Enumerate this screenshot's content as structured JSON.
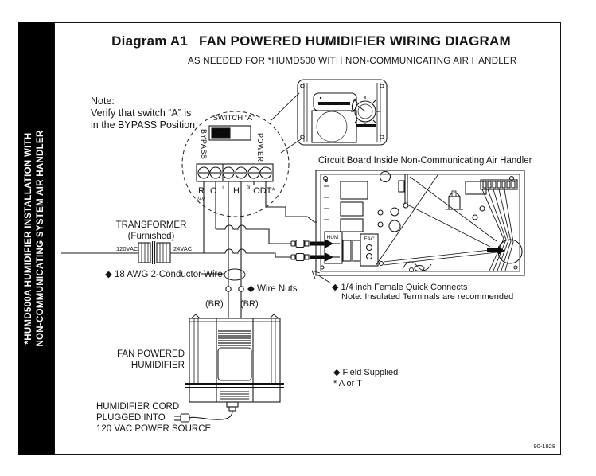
{
  "colors": {
    "ink": "#151515",
    "paper": "#ffffff"
  },
  "sidebar": {
    "line1": "*HUMD500A HUMIDIFIER INSTALLATION WITH",
    "line2": "NON-COMMUNICATING SYSTEM AIR HANDLER"
  },
  "header": {
    "diagram_label": "Diagram A1",
    "title": "FAN POWERED HUMIDIFIER WIRING DIAGRAM",
    "subtitle": "AS NEEDED FOR *HUMD500 WITH NON-COMMUNICATING AIR HANDLER"
  },
  "note": {
    "line1": "Note:",
    "line2": "Verify that switch “A” is",
    "line3": "in the BYPASS Position"
  },
  "switch_detail": {
    "title": "SWITCH “A”",
    "left_label": "BYPASS",
    "right_label": "POWER",
    "terminals": [
      "R",
      "C",
      "L",
      "H",
      "JL",
      "ODT*"
    ],
    "voltage": "24V"
  },
  "transformer": {
    "label1": "TRANSFORMER",
    "label2": "(Furnished)",
    "primary": "120VAC",
    "secondary": "24VAC"
  },
  "wiring": {
    "awg_label": "◆ 18 AWG 2-Conductor Wire",
    "wire_nuts_label": "◆ Wire Nuts",
    "br1": "(BR)",
    "br2": "(BR)"
  },
  "board": {
    "caption": "Circuit Board Inside Non-Communicating Air Handler",
    "hum_label": "HUM",
    "eac_label": "EAC"
  },
  "humidifier": {
    "label1": "FAN POWERED",
    "label2": "HUMIDIFIER",
    "cord_line1": "HUMIDIFIER CORD",
    "cord_line2": "PLUGGED INTO",
    "cord_line3": "120 VAC POWER SOURCE"
  },
  "quick_connects": {
    "line1": "◆ 1/4 inch Female Quick Connects",
    "line2": "Note: Insulated Terminals are recommended"
  },
  "legend": {
    "field_supplied": "◆ Field Supplied",
    "a_or_t": "* A or T"
  },
  "footer": {
    "doc_number": "90-1928"
  }
}
